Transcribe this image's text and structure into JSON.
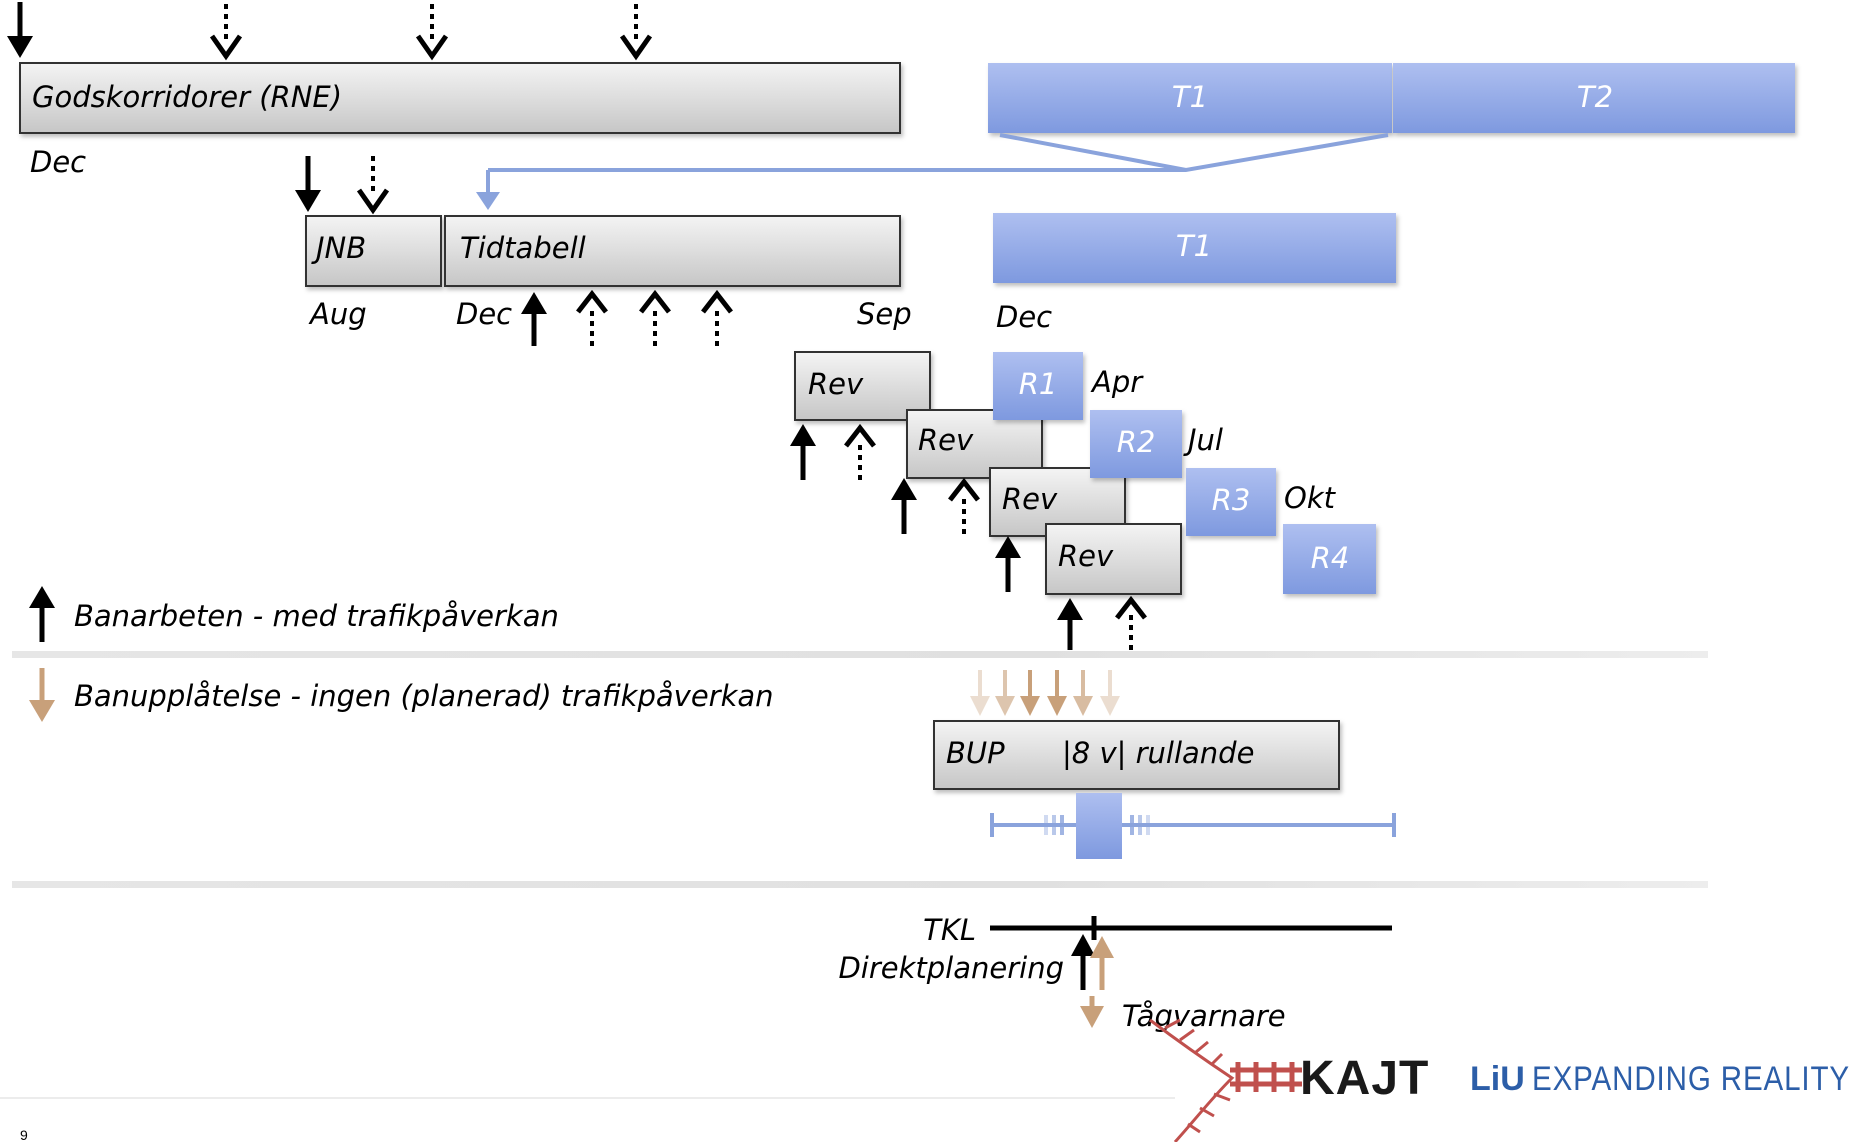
{
  "boxes": {
    "godskorridorer": "Godskorridorer (RNE)",
    "jnb": "JNB",
    "tidtabell": "Tidtabell",
    "rev1": "Rev",
    "rev2": "Rev",
    "rev3": "Rev",
    "rev4": "Rev",
    "bup_left": "BUP",
    "bup_right": "|8 v| rullande"
  },
  "blue_boxes": {
    "t1_top": "T1",
    "t2_top": "T2",
    "t1_mid": "T1",
    "r1": "R1",
    "r2": "R2",
    "r3": "R3",
    "r4": "R4"
  },
  "month_labels": {
    "dec_rne": "Dec",
    "aug": "Aug",
    "dec_tidtabell": "Dec",
    "sep": "Sep",
    "dec_t1": "Dec",
    "apr": "Apr",
    "jul": "Jul",
    "okt": "Okt"
  },
  "legend": {
    "banarbeten": "Banarbeten - med trafikpåverkan",
    "banupplatelse": "Banupplåtelse - ingen (planerad) trafikpåverkan"
  },
  "bottom": {
    "tkl": "TKL",
    "direktplanering": "Direktplanering",
    "tagvarnare": "Tågvarnare"
  },
  "footer": {
    "page_number": "9",
    "logo_kajt": "KAJT",
    "logo_liu": "LiU",
    "logo_expanding": "EXPANDING REALITY"
  },
  "colors": {
    "gray_box_top": "#f2f2f2",
    "gray_box_bottom": "#c8c8c8",
    "blue_box_top": "#a9bdf0",
    "blue_box_bottom": "#7f9be0",
    "blue_line": "#8aa3dc",
    "brown_arrow": "#c8a07a",
    "divider": "#e2e2e2",
    "railway_red": "#c0504d"
  }
}
